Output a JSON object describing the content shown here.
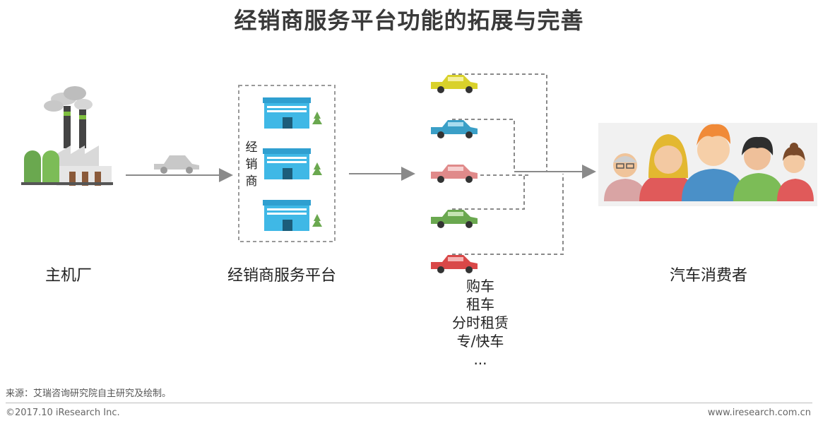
{
  "title": "经销商服务平台功能的拓展与完善",
  "nodes": {
    "oem": "主机厂",
    "dealer_platform": "经销商服务平台",
    "consumer": "汽车消费者"
  },
  "dealer_side_label": [
    "经",
    "销",
    "商"
  ],
  "services": [
    "购车",
    "租车",
    "分时租赁",
    "专/快车",
    "..."
  ],
  "colors": {
    "arrow": "#8a8a8a",
    "dashed_line": "#8a8a8a",
    "store": "#3fb8e6",
    "car_top": "#d9d12b",
    "car_2": "#3a9fc7",
    "car_3": "#e08a8a",
    "car_4": "#6aa84f",
    "car_5": "#d94848"
  },
  "footer": {
    "source": "来源：艾瑞咨询研究院自主研究及绘制。",
    "copyright": "©2017.10 iResearch Inc.",
    "website": "www.iresearch.com.cn"
  }
}
